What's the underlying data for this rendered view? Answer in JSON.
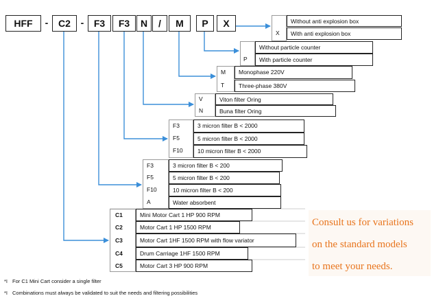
{
  "code_segments": [
    "HFF",
    "-",
    "C2",
    "-",
    "F3",
    "F3",
    "N",
    "/",
    "M",
    "P",
    "X"
  ],
  "explosion": [
    {
      "code": "",
      "label": "Without anti explosion box"
    },
    {
      "code": "X",
      "label": "With anti explosion box"
    }
  ],
  "particle": [
    {
      "code": "",
      "label": "Without particle counter"
    },
    {
      "code": "P",
      "label": "With particle counter"
    }
  ],
  "phase": [
    {
      "code": "M",
      "label": "Monophase 220V"
    },
    {
      "code": "T",
      "label": "Three-phase 380V"
    }
  ],
  "oring": [
    {
      "code": "V",
      "label": "Viton filter Oring"
    },
    {
      "code": "N",
      "label": "Buna filter Oring"
    }
  ],
  "filter_2000": [
    {
      "code": "F3",
      "label": "3 micron filter B < 2000"
    },
    {
      "code": "F5",
      "label": "5 micron filter B < 2000"
    },
    {
      "code": "F10",
      "label": "10 micron filter B < 2000"
    }
  ],
  "filter_200": [
    {
      "code": "F3",
      "label": "3 micron filter B < 200"
    },
    {
      "code": "F5",
      "label": "5 micron filter B < 200"
    },
    {
      "code": "F10",
      "label": "10 micron filter B < 200"
    },
    {
      "code": "A",
      "label": "Water absorbent"
    }
  ],
  "cart": [
    {
      "code": "C1",
      "label": "Mini Motor Cart 1 HP 900 RPM"
    },
    {
      "code": "C2",
      "label": "Motor Cart 1 HP 1500 RPM"
    },
    {
      "code": "C3",
      "label": "Motor Cart 1HF 1500 RPM with flow variator"
    },
    {
      "code": "C4",
      "label": "Drum Carriage 1HF 1500 RPM"
    },
    {
      "code": "C5",
      "label": "Motor Cart 3 HP 900 RPM"
    }
  ],
  "consult": [
    "Consult us for variations",
    "on the standard models",
    "to meet your needs."
  ],
  "notes": [
    {
      "bullet": "*I",
      "text": "For C1 Mini Cart consider a single filter"
    },
    {
      "bullet": "*I",
      "text": "Combinations must always be validated to suit the needs and filtering possibilities"
    }
  ],
  "colors": {
    "arrow": "#3b8fd9",
    "consult_text": "#e8741c",
    "border": "#222222"
  }
}
